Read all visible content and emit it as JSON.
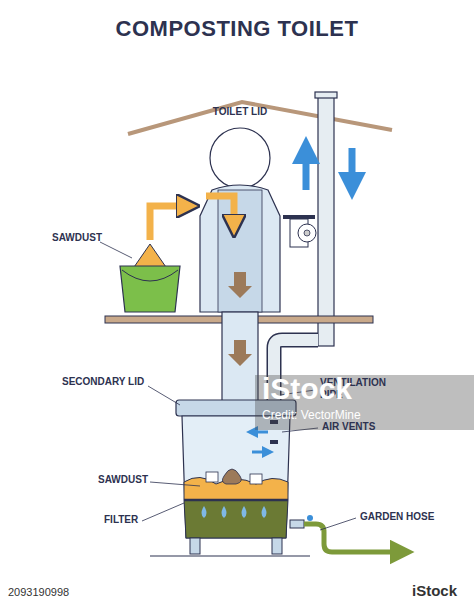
{
  "diagram": {
    "title": "COMPOSTING TOILET",
    "labels": [
      "TOILET LID",
      "SAWDUST",
      "SECONDARY LID",
      "VENTILATION PIPE",
      "AIR VENTS",
      "SAWDUST",
      "FILTER",
      "GARDEN HOSE",
      "iStock",
      "Credit: VectorMine",
      "2093190998",
      "iStock"
    ]
  }
}
